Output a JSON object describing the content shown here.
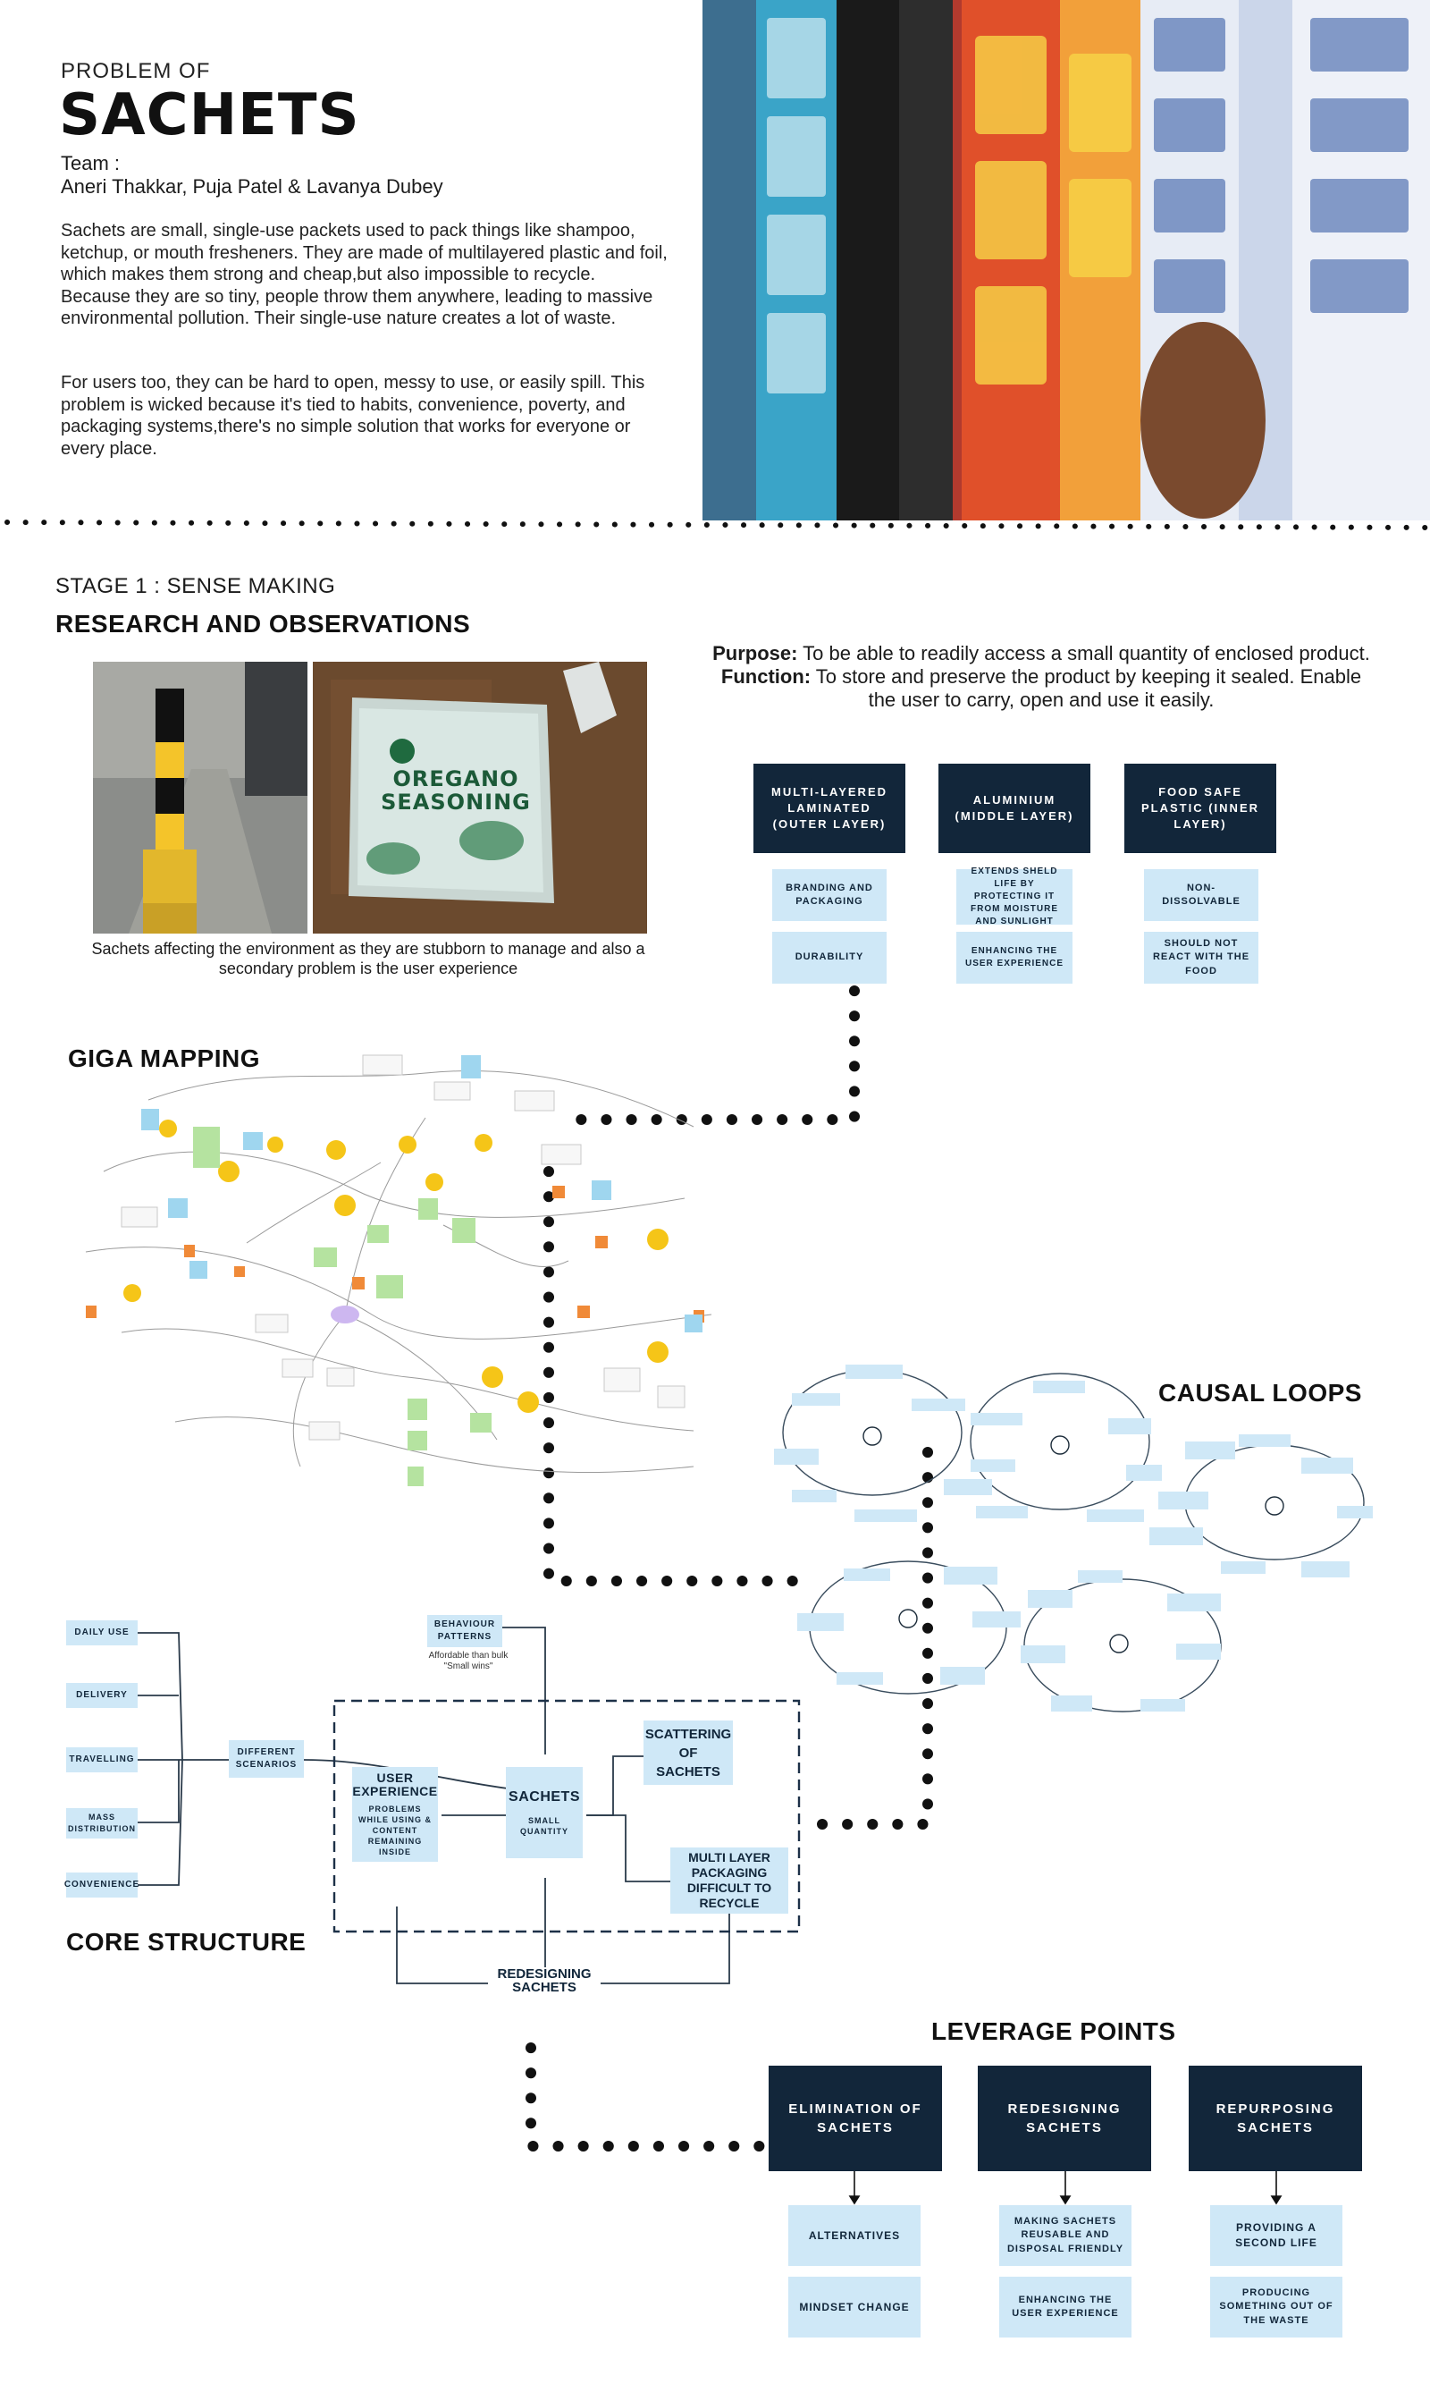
{
  "header": {
    "kicker": "PROBLEM OF",
    "title": "SACHETS",
    "team_label": "Team :",
    "team_names": "Aneri Thakkar, Puja Patel & Lavanya Dubey",
    "intro_p1": "Sachets are small, single-use packets used to pack things like shampoo, ketchup, or mouth fresheners. They are made of multilayered plastic and foil, which makes them strong and cheap,but also impossible to recycle. Because they are so tiny, people throw them anywhere, leading to massive environmental pollution. Their single-use nature creates a lot of waste.",
    "intro_p2": "For users too, they can be hard to open, messy to use, or easily spill. This problem is wicked because it's tied to habits, convenience, poverty, and packaging systems,there's no simple solution that works for everyone or every place."
  },
  "stage": {
    "label": "STAGE 1 : SENSE MAKING",
    "research_title": "RESEARCH AND OBSERVATIONS",
    "photo_caption": "Sachets affecting the environment as they are stubborn to manage and also a secondary problem is the user experience",
    "packet_text": "OREGANO SEASONING"
  },
  "purpose": {
    "purpose_label": "Purpose:",
    "purpose_text": " To be able to readily access a small quantity of enclosed product.",
    "function_label": "Function:",
    "function_text": " To store and preserve the product by keeping it sealed. Enable the user to carry, open and use it easily."
  },
  "layers": [
    {
      "title": "MULTI-LAYERED LAMINATED (OUTER LAYER)",
      "items": [
        "BRANDING AND PACKAGING",
        "DURABILITY"
      ]
    },
    {
      "title": "ALUMINIUM (MIDDLE LAYER)",
      "items": [
        "EXTENDS SHELD LIFE BY PROTECTING IT FROM MOISTURE AND SUNLIGHT",
        "ENHANCING THE USER EXPERIENCE"
      ]
    },
    {
      "title": "FOOD SAFE PLASTIC (INNER LAYER)",
      "items": [
        "NON-DISSOLVABLE",
        "SHOULD NOT REACT WITH THE FOOD"
      ]
    }
  ],
  "giga_title": "GIGA MAPPING",
  "causal_title": "CAUSAL LOOPS",
  "core": {
    "title": "CORE STRUCTURE",
    "scenarios": [
      "DAILY USE",
      "DELIVERY",
      "TRAVELLING",
      "MASS DISTRIBUTION",
      "CONVENIENCE"
    ],
    "different_scenarios": "DIFFERENT SCENARIOS",
    "behaviour": "BEHAVIOUR PATTERNS",
    "behaviour_note": "Affordable than bulk \"Small wins\"",
    "ux_title": "USER EXPERIENCE",
    "ux_sub": "PROBLEMS WHILE USING & CONTENT REMAINING INSIDE",
    "sachets_title": "SACHETS",
    "sachets_sub": "SMALL QUANTITY",
    "scattering": "SCATTERING OF SACHETS",
    "multilayer": "MULTI LAYER PACKAGING DIFFICULT TO RECYCLE",
    "redesigning": "REDESIGNING SACHETS"
  },
  "leverage": {
    "title": "LEVERAGE POINTS",
    "columns": [
      {
        "title": "ELIMINATION OF SACHETS",
        "items": [
          "ALTERNATIVES",
          "MINDSET CHANGE"
        ]
      },
      {
        "title": "REDESIGNING SACHETS",
        "items": [
          "MAKING SACHETS REUSABLE AND DISPOSAL FRIENDLY",
          "ENHANCING THE USER EXPERIENCE"
        ]
      },
      {
        "title": "REPURPOSING SACHETS",
        "items": [
          "PROVIDING A SECOND LIFE",
          "PRODUCING SOMETHING OUT OF THE WASTE"
        ]
      }
    ]
  }
}
